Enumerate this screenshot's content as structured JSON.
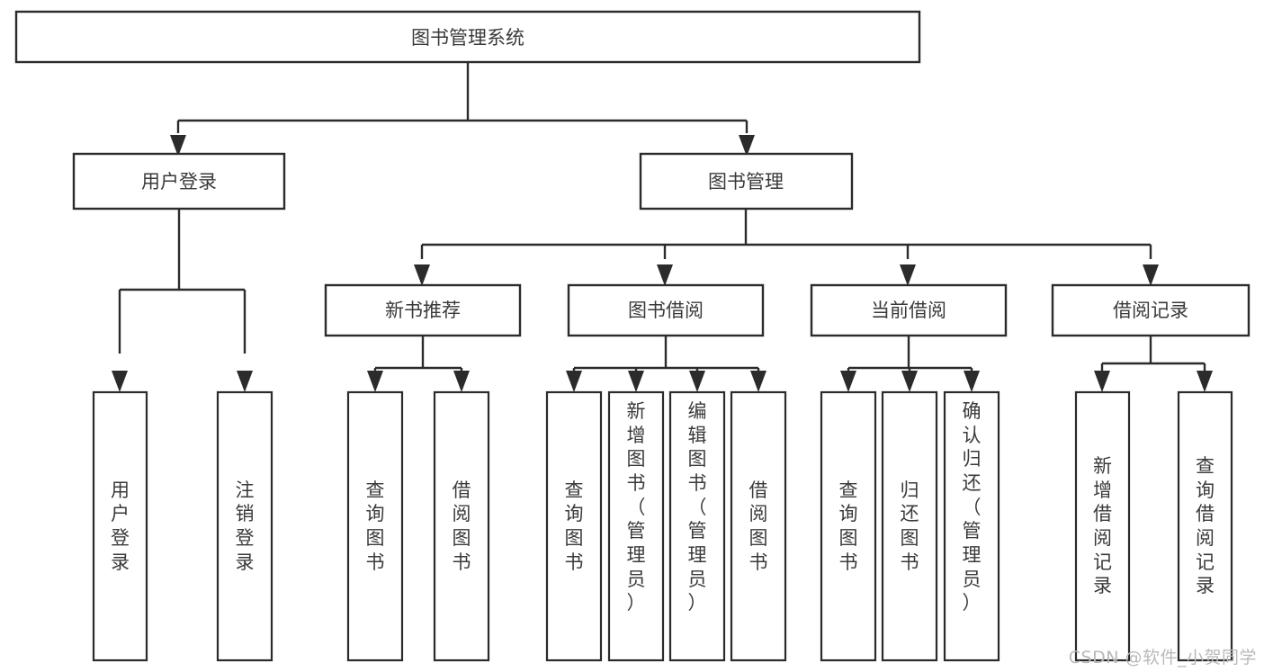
{
  "diagram": {
    "type": "tree",
    "title": "图书管理系统",
    "watermark": "CSDN @软件_小贺同学",
    "colors": {
      "box_stroke": "#2b2b2b",
      "box_fill": "#ffffff",
      "text": "#3a3a3a",
      "connector": "#2b2b2b",
      "watermark": "#b9b9b9",
      "background": "#ffffff"
    },
    "root": {
      "label": "图书管理系统"
    },
    "level2": [
      {
        "label": "用户登录"
      },
      {
        "label": "图书管理"
      }
    ],
    "level3": [
      {
        "label": "新书推荐"
      },
      {
        "label": "图书借阅"
      },
      {
        "label": "当前借阅"
      },
      {
        "label": "借阅记录"
      }
    ],
    "leaves": {
      "user_login": [
        {
          "label": "用户登录",
          "chars": [
            "用",
            "户",
            "登",
            "录"
          ]
        },
        {
          "label": "注销登录",
          "chars": [
            "注",
            "销",
            "登",
            "录"
          ]
        }
      ],
      "new_book": [
        {
          "label": "查询图书",
          "chars": [
            "查",
            "询",
            "图",
            "书"
          ]
        },
        {
          "label": "借阅图书",
          "chars": [
            "借",
            "阅",
            "图",
            "书"
          ]
        }
      ],
      "borrow_book": [
        {
          "label": "查询图书",
          "chars": [
            "查",
            "询",
            "图",
            "书"
          ]
        },
        {
          "label": "新增图书（管理员）",
          "chars": [
            "新",
            "增",
            "图",
            "书",
            "（",
            "管",
            "理",
            "员",
            "）"
          ]
        },
        {
          "label": "编辑图书（管理员）",
          "chars": [
            "编",
            "辑",
            "图",
            "书",
            "（",
            "管",
            "理",
            "员",
            "）"
          ]
        },
        {
          "label": "借阅图书",
          "chars": [
            "借",
            "阅",
            "图",
            "书"
          ]
        }
      ],
      "current_borrow": [
        {
          "label": "查询图书",
          "chars": [
            "查",
            "询",
            "图",
            "书"
          ]
        },
        {
          "label": "归还图书",
          "chars": [
            "归",
            "还",
            "图",
            "书"
          ]
        },
        {
          "label": "确认归还（管理员）",
          "chars": [
            "确",
            "认",
            "归",
            "还",
            "（",
            "管",
            "理",
            "员",
            "）"
          ]
        }
      ],
      "borrow_record": [
        {
          "label": "新增借阅记录",
          "chars": [
            "新",
            "增",
            "借",
            "阅",
            "记",
            "录"
          ]
        },
        {
          "label": "查询借阅记录",
          "chars": [
            "查",
            "询",
            "借",
            "阅",
            "记",
            "录"
          ]
        }
      ]
    }
  }
}
